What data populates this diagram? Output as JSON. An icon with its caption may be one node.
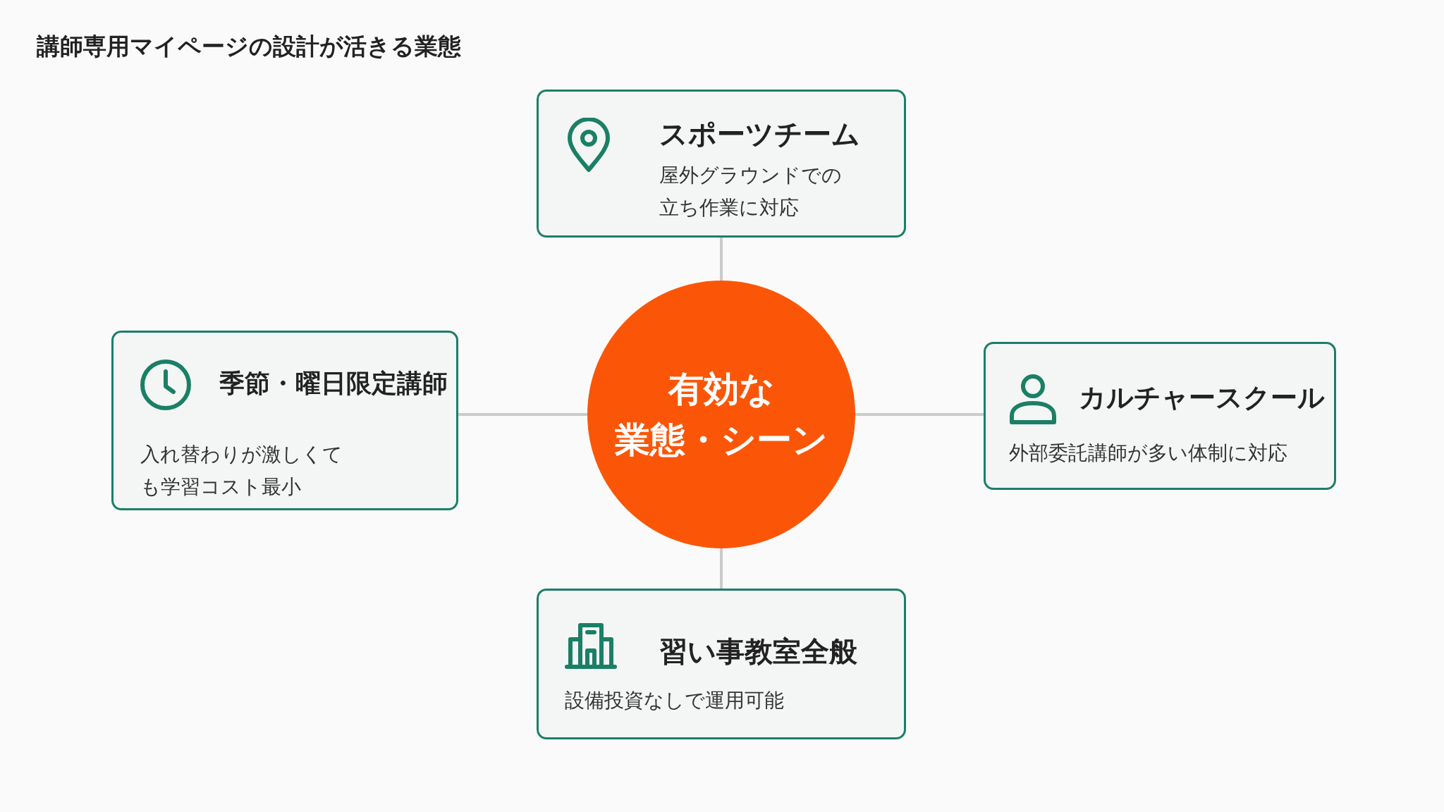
{
  "diagram": {
    "title": "講師専用マイページの設計が活きる業態",
    "nodes": [
      {
        "text": [
          "スポーツチーム",
          "屋外グラウンドでの立ち作業に対応"
        ]
      },
      {
        "text": [
          "季節・曜日限定講師",
          "入れ替わりが激しくても学習コスト最小"
        ]
      },
      {
        "text": [
          "有効な",
          "業態・シーン"
        ]
      },
      {
        "text": [
          "カルチャースクール",
          "外部委託講師が多い体制に対応"
        ]
      },
      {
        "text": [
          "習い事教室全般",
          "設備投資なしで運用可能"
        ]
      }
    ],
    "edges": [
      {
        "from": 2,
        "to": 0,
        "arrow": "none"
      },
      {
        "from": 2,
        "to": 1,
        "arrow": "none"
      },
      {
        "from": 2,
        "to": 3,
        "arrow": "none"
      },
      {
        "from": 2,
        "to": 4,
        "arrow": "none"
      }
    ]
  }
}
